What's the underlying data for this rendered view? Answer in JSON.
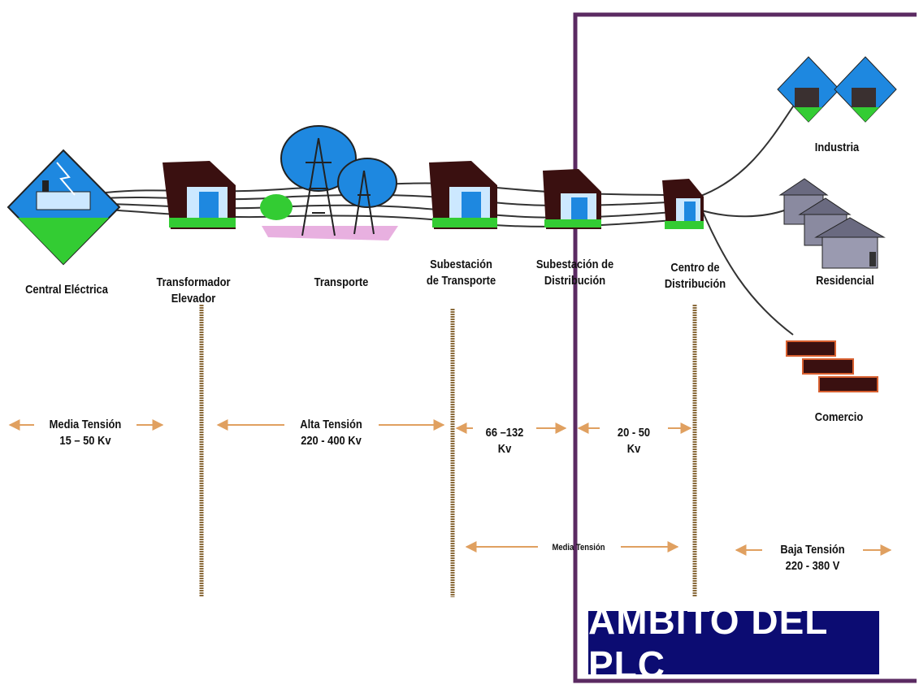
{
  "colors": {
    "plc_frame": "#5b2a62",
    "plc_box": "#0c0c72",
    "plc_text": "#ffffff",
    "arrow": "#e0a060",
    "vertical_line": "#8a6a3a",
    "sky_blue": "#1e88e0",
    "grass_green": "#33cc33",
    "building_dark": "#3a1010"
  },
  "stages": {
    "central": "Central Eléctrica",
    "transformador": "Transformador\nElevador",
    "transporte": "Transporte",
    "subestacion_transporte": "Subestación\nde Transporte",
    "subestacion_distribucion": "Subestación de\nDistribución",
    "centro_distribucion": "Centro de\nDistribución"
  },
  "consumers": {
    "industria": "Industria",
    "residencial": "Residencial",
    "comercio": "Comercio"
  },
  "voltages": {
    "media_1": "Media Tensión\n15 – 50 Kv",
    "alta": "Alta Tensión\n220 - 400 Kv",
    "range_66": "66 –132\nKv",
    "range_20": "20 - 50\nKv",
    "media_2": "Media Tensión",
    "baja": "Baja Tensión\n220 - 380 V"
  },
  "plc_title": "ÁMBITO DEL PLC"
}
